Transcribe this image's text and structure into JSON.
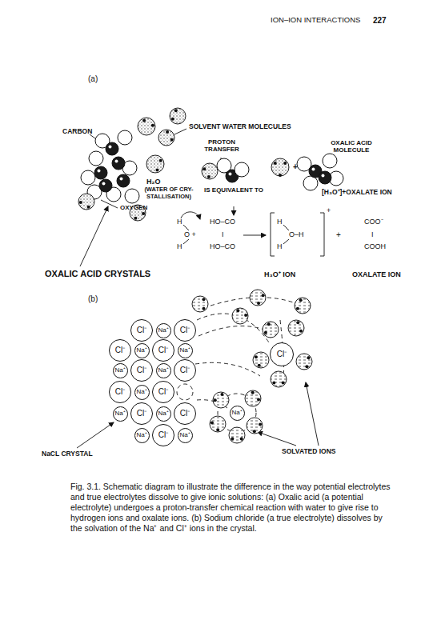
{
  "diagram": {
    "caption": "Fig. 3.1. Schematic diagram to illustrate the difference in the way potential electrolytes and true electrolytes dissolve to give ionic solutions: (a) Oxalic acid (a potential electrolyte) undergoes a proton-transfer chemical reaction with water to give rise to hydrogen ions and oxalate ions. (b) Sodium chloride (a true electrolyte) dissolves by the solvation of the Na⁺ and Cl⁺ ions in the crystal.",
    "nodes": [
      {
        "text": [
          "Cl⁻"
        ]
      },
      {
        "text": [
          "Na⁺"
        ]
      },
      {
        "text": [
          "Cl⁻"
        ]
      },
      {
        "text": [
          "Cl⁻"
        ]
      },
      {
        "text": [
          "Na⁺"
        ]
      },
      {
        "text": [
          "Cl⁻"
        ]
      },
      {
        "text": [
          "Na⁺"
        ]
      },
      {
        "text": [
          "Na⁺"
        ]
      },
      {
        "text": [
          "Cl⁻"
        ]
      },
      {
        "text": [
          "Na⁺"
        ]
      },
      {
        "text": [
          "Cl⁻"
        ]
      },
      {
        "text": [
          "Cl⁻"
        ]
      },
      {
        "text": [
          "Na⁺"
        ]
      },
      {
        "text": [
          "Cl⁻"
        ]
      },
      {
        "text": [
          "Na⁺"
        ]
      },
      {
        "text": [
          "Cl⁻"
        ]
      },
      {
        "text": [
          "Na⁺"
        ]
      },
      {
        "text": [
          "Cl⁻"
        ]
      },
      {
        "text": [
          "Na⁺"
        ]
      },
      {
        "text": [
          "Cl⁻"
        ]
      },
      {
        "text": [
          "Na⁺"
        ]
      },
      {
        "text": [
          "Cl⁻"
        ]
      },
      {
        "text": [
          "Na⁺"
        ]
      }
    ],
    "labels": [
      "ION–ION INTERACTIONS",
      "227",
      "(a)",
      "CARBON",
      "SOLVENT WATER MOLECULES",
      "PROTON TRANSFER",
      "OXALIC ACID MOLECULE",
      "H₂O",
      "(WATER OF CRY- STALLISATION)",
      "IS EQUIVALENT TO",
      "+",
      "[H₃O⁺]+OXALATE ION",
      "OXYGEN",
      "H",
      "O +",
      "H",
      "HO–CO",
      "I",
      "HO–CO",
      "H",
      "O–H",
      "H",
      "+",
      "+",
      "COO⁻",
      "I",
      "COOH",
      "OXALIC ACID CRYSTALS",
      "H₃O⁺ ION",
      "OXALATE ION",
      "(b)",
      "NaCL CRYSTAL",
      "SOLVATED IONS"
    ]
  }
}
